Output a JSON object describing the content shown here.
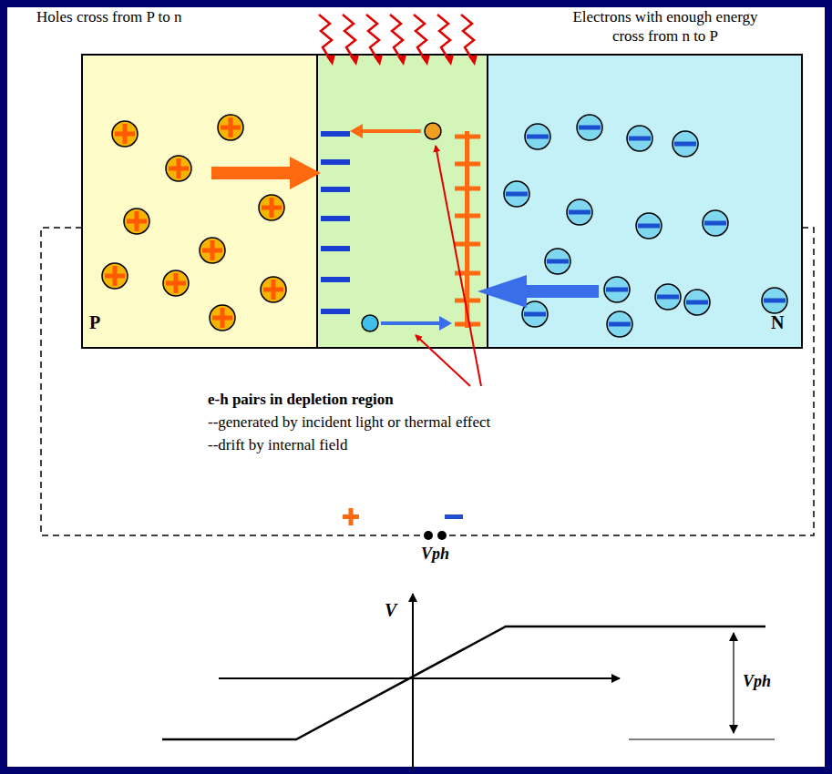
{
  "diagram": {
    "nodes": [
      {
        "text": [
          "P"
        ]
      },
      {
        "text": [
          "N"
        ]
      }
    ],
    "labels": [
      "Holes cross from P to n",
      "Electrons with enough energy cross from n to P",
      "e-h pairs in depletion region",
      "--generated by incident light or thermal effect",
      "--drift by internal field",
      "Vph",
      "V",
      "Vph"
    ]
  }
}
